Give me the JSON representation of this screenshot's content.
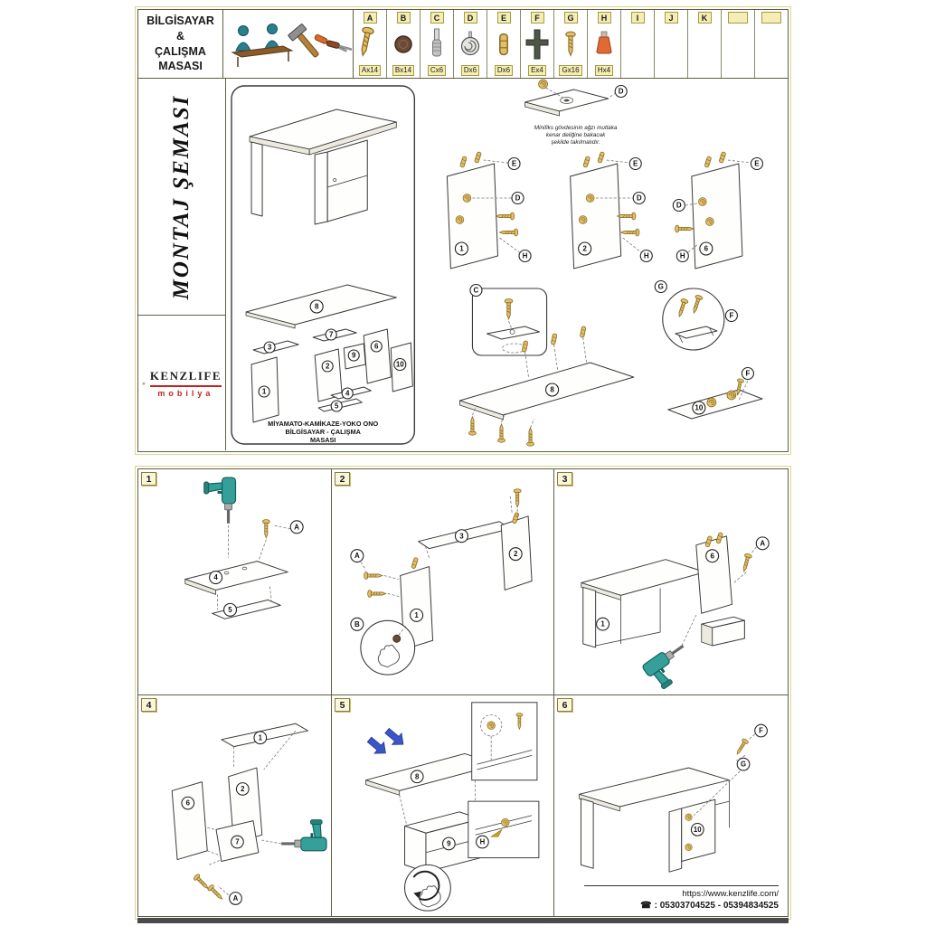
{
  "header": {
    "title_lines": [
      "BİLGİSAYAR",
      "&",
      "ÇALIŞMA",
      "MASASI"
    ],
    "parts": [
      {
        "letter": "A",
        "qty": "Ax14"
      },
      {
        "letter": "B",
        "qty": "Bx14"
      },
      {
        "letter": "C",
        "qty": "Cx6"
      },
      {
        "letter": "D",
        "qty": "Dx6"
      },
      {
        "letter": "E",
        "qty": "Dx6"
      },
      {
        "letter": "F",
        "qty": "Ex4"
      },
      {
        "letter": "G",
        "qty": "Gx16"
      },
      {
        "letter": "H",
        "qty": "Hx4"
      },
      {
        "letter": "I",
        "qty": ""
      },
      {
        "letter": "J",
        "qty": ""
      },
      {
        "letter": "K",
        "qty": ""
      }
    ]
  },
  "sidebar": {
    "schema_title": "MONTAJ ŞEMASI",
    "brand": "KENZLIFE",
    "brand_sub": "mobilya"
  },
  "diagram": {
    "product_lines": [
      "MİYAMATO-KAMİKAZE-YOKO ONO",
      "BİLGİSAYAR - ÇALIŞMA",
      "MASASI"
    ],
    "note_lines": [
      "Minifiks gövdesinin ağzı mutlaka",
      "kenar deliğine bakacak",
      "şekilde takılmalıdır."
    ]
  },
  "labels": {
    "n1": "1",
    "n2": "2",
    "n3": "3",
    "n4": "4",
    "n5": "5",
    "n6": "6",
    "n7": "7",
    "n8": "8",
    "n9": "9",
    "n10": "10",
    "A": "A",
    "B": "B",
    "C": "C",
    "D": "D",
    "E": "E",
    "F": "F",
    "G": "G",
    "H": "H"
  },
  "steps": [
    {
      "num": "1"
    },
    {
      "num": "2"
    },
    {
      "num": "3"
    },
    {
      "num": "4"
    },
    {
      "num": "5"
    },
    {
      "num": "6"
    }
  ],
  "footer": {
    "url": "https://www.kenzlife.com/",
    "phone": ": 05303704525 - 05394834525"
  },
  "colors": {
    "border_olive": "#5f5f40",
    "accent_red": "#c8201f",
    "hardware_tan": "#e2c06a",
    "drill_teal": "#35a09a",
    "arrow_blue": "#3a55c8"
  }
}
